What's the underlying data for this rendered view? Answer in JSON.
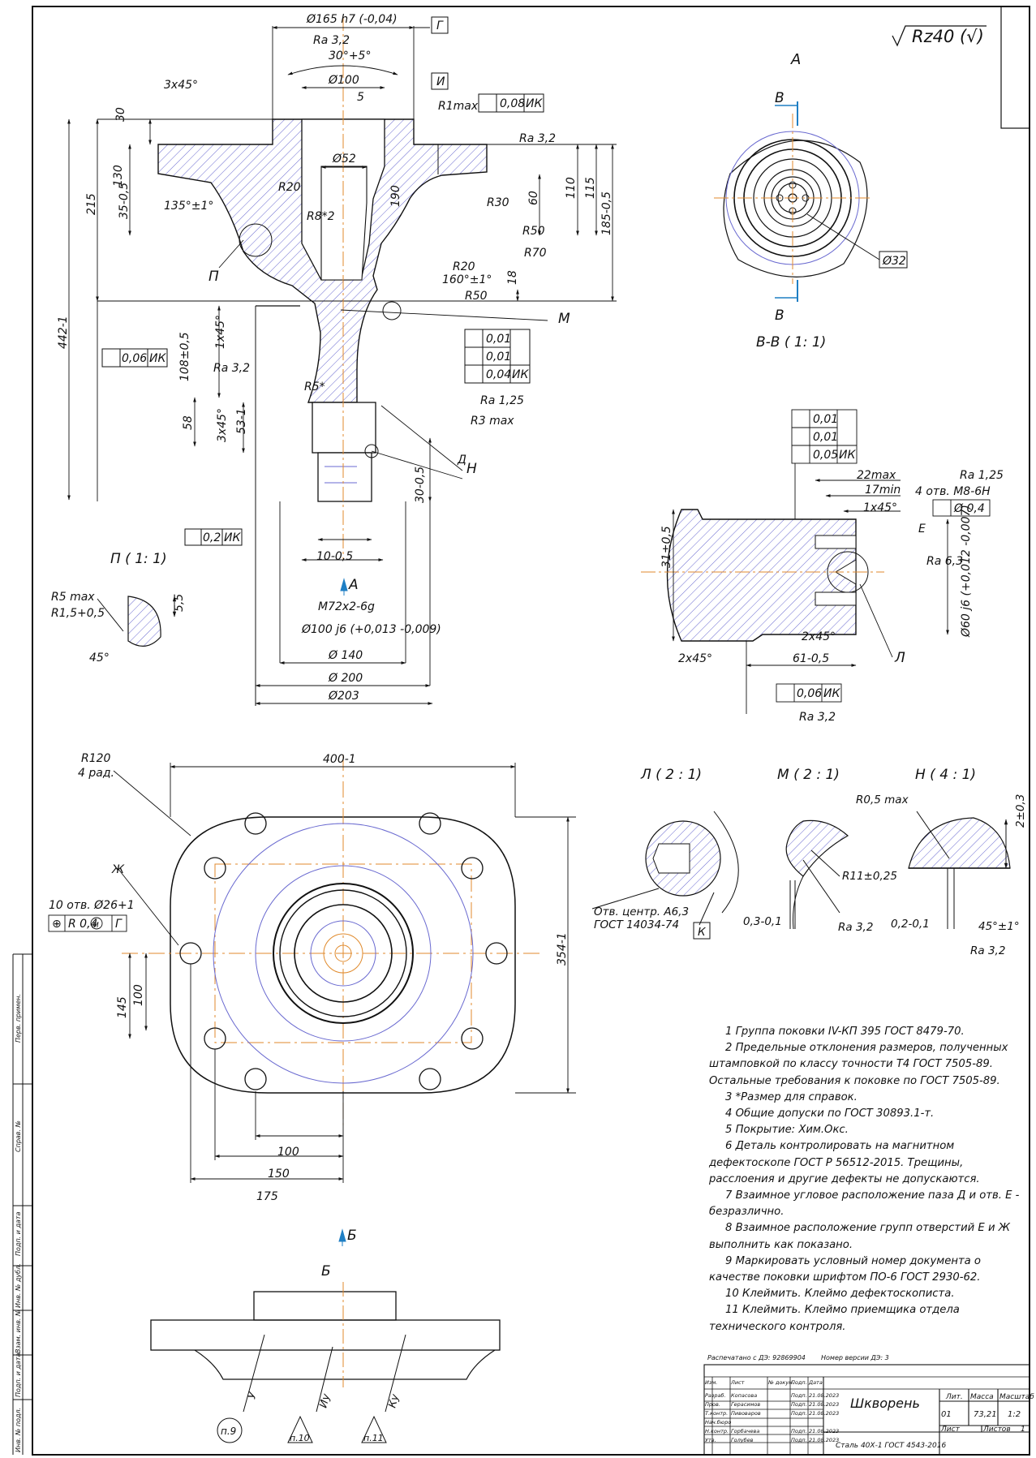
{
  "roughness": {
    "general": "Rz40 (√)"
  },
  "views": {
    "A": "А",
    "section_VV": "В-В ( 1: 1)",
    "cut_letter_V": "В",
    "detail_P": "П ( 1: 1)",
    "detail_L": "Л ( 2 : 1)",
    "detail_M": "М ( 2 : 1)",
    "detail_N": "Н ( 4 : 1)",
    "view_B": "Б",
    "arrow_A": "А",
    "arrow_B": "Б"
  },
  "main_view": {
    "d165": "Ø165 h7 (-0,04)",
    "ra32_top": "Ra 3,2",
    "angle30": "30°+5°",
    "d100": "Ø100",
    "dim5": "5",
    "chamfer_top": "3х45°",
    "r1max": "R1max",
    "runout_top": "0,08",
    "ref_ik": "ИК",
    "ra32_right": "Ra 3,2",
    "ref_G": "Г",
    "ref_I": "И",
    "h30": "30",
    "h130": "130",
    "h215": "215",
    "h35": "35-0,5",
    "angle135": "135°±1°",
    "d52": "Ø52",
    "r20a": "R20",
    "r8": "R8*2",
    "h190": "190",
    "r30": "R30",
    "h60": "60",
    "h110": "110",
    "h115": "115",
    "h185": "185-0,5",
    "r50a": "R50",
    "r70": "R70",
    "r20b": "R20",
    "angle160": "160°±1°",
    "h18": "18",
    "r50b": "R50",
    "label_P": "П",
    "label_M": "М",
    "h442": "442-1",
    "runout_left": "0,06",
    "h108": "108±0,5",
    "chamfer_1": "1х45°",
    "ra32_left": "Ra 3,2",
    "flat1": "0,01",
    "round1": "0,01",
    "runout1": "0,04",
    "r5": "R5*",
    "ra125": "Ra 1,25",
    "r3max": "R3 max",
    "h58": "58",
    "chamfer_3": "3х45°",
    "h53": "53-1",
    "label_D": "Д",
    "label_N": "Н",
    "h30b": "30-0,5",
    "sym": "0,2",
    "w10": "10-0,5",
    "thread": "М72х2-6g",
    "d100j6": "Ø100 j6 (+0,013 -0,009)",
    "d140": "Ø 140",
    "d200": "Ø 200",
    "d203": "Ø203"
  },
  "detail_P_dims": {
    "r5max": "R5 max",
    "r15": "R1,5+0,5",
    "h55": "5,5",
    "angle45": "45°"
  },
  "view_A_dims": {
    "d32": "Ø32"
  },
  "section_dims": {
    "flat": "0,01",
    "round": "0,01",
    "runout": "0,05",
    "l22": "22max",
    "l17": "17min",
    "chamfer1": "1х45°",
    "ra125": "Ra 1,25",
    "holes": "4 отв. М8-6Н",
    "pos": "Ø 0,4",
    "label_E": "Е",
    "ra63": "Ra 6,3",
    "h31": "31±0,5",
    "d60": "Ø60 j6 (+0,012 -0,007)",
    "chamfer2": "2х45°",
    "chamfer3": "2х45°",
    "l61": "61-0,5",
    "label_L": "Л",
    "runout2": "0,06",
    "ra32": "Ra 3,2"
  },
  "plan_view": {
    "r120": "R120",
    "rad4": "4 рад.",
    "w400": "400-1",
    "h354": "354-1",
    "label_Zh": "Ж",
    "holes10": "10 отв. Ø26+1",
    "pos": "R 0,4",
    "m": "М",
    "ref_G": "Г",
    "d145": "145",
    "d100v": "100",
    "d100": "100",
    "d150": "150",
    "d175": "175"
  },
  "detail_L_dims": {
    "center": "Отв. центр. А6,3",
    "gost": "ГОСТ 14034-74",
    "k": "К"
  },
  "detail_M_dims": {
    "r11": "R11±0,25",
    "d03": "0,3-0,1",
    "ra32": "Ra 3,2"
  },
  "detail_N_dims": {
    "r05": "R0,5 max",
    "h2": "2±0,3",
    "d02": "0,2-0,1",
    "angle": "45°±1°",
    "ra32": "Ra 3,2"
  },
  "view_B_marks": {
    "u": "У",
    "iu": "Иу",
    "ku": "Ку",
    "p9": "п.9",
    "p10": "п.10",
    "p11": "п.11"
  },
  "notes": [
    "1 Группа поковки IV-КП 395 ГОСТ 8479-70.",
    "2 Предельные отклонения размеров, полученных штамповкой по классу точности Т4 ГОСТ 7505-89. Остальные требования к поковке по ГОСТ 7505-89.",
    "3 *Размер для справок.",
    "4 Общие допуски по ГОСТ 30893.1-т.",
    "5 Покрытие: Хим.Окс.",
    "6 Деталь контролировать на магнитном дефектоскопе ГОСТ Р 56512-2015. Трещины, расслоения и другие дефекты не допускаются.",
    "7 Взаимное угловое расположение паза Д и отв. Е - безразлично.",
    "8 Взаимное расположение групп отверстий Е и Ж выполнить как показано.",
    "9 Маркировать условный номер документа о качестве поковки шрифтом ПО-6 ГОСТ 2930-62.",
    "10 Клеймить. Клеймо дефектоскописта.",
    "11 Клеймить. Клеймо приемщика отдела технического контроля."
  ],
  "title_block": {
    "printed": "Распечатано с ДЭ: 92869904",
    "version": "Номер версии ДЭ: 3",
    "name": "Шкворень",
    "material": "Сталь 40Х-1 ГОСТ 4543-2016",
    "col_lit": "Лит.",
    "col_mass": "Масса",
    "col_scale": "Масштаб",
    "lit": "01",
    "mass": "73,21",
    "scale": "1:2",
    "sheet": "Лист",
    "sheets": "Листов",
    "sheets_n": "1",
    "rows": [
      {
        "role": "Изм.",
        "name": "Лист",
        "doc": "№ докум.",
        "sign": "Подп.",
        "date": "Дата"
      },
      {
        "role": "Разраб.",
        "name": "Копасова",
        "doc": "",
        "sign": "Подп.",
        "date": "21.08.2023"
      },
      {
        "role": "Пров.",
        "name": "Герасимов",
        "doc": "",
        "sign": "Подп.",
        "date": "21.08.2023"
      },
      {
        "role": "Т.контр.",
        "name": "Пивоваров",
        "doc": "",
        "sign": "Подп.",
        "date": "21.08.2023"
      },
      {
        "role": "Нач.бюро",
        "name": "",
        "doc": "",
        "sign": "",
        "date": ""
      },
      {
        "role": "Н.контр.",
        "name": "Горбачева",
        "doc": "",
        "sign": "Подп.",
        "date": "21.08.2023"
      },
      {
        "role": "Утв.",
        "name": "Голубев",
        "doc": "",
        "sign": "Подп.",
        "date": "21.08.2023"
      }
    ]
  },
  "side_strip": {
    "perv": "Перв. примен.",
    "sprav": "Справ. №",
    "podp1": "Подп. и дата",
    "inv_dubl": "Инв. № дубл.",
    "vzam": "Взам. инв. №",
    "podp2": "Подп. и дата",
    "inv_podl": "Инв. № подл."
  }
}
